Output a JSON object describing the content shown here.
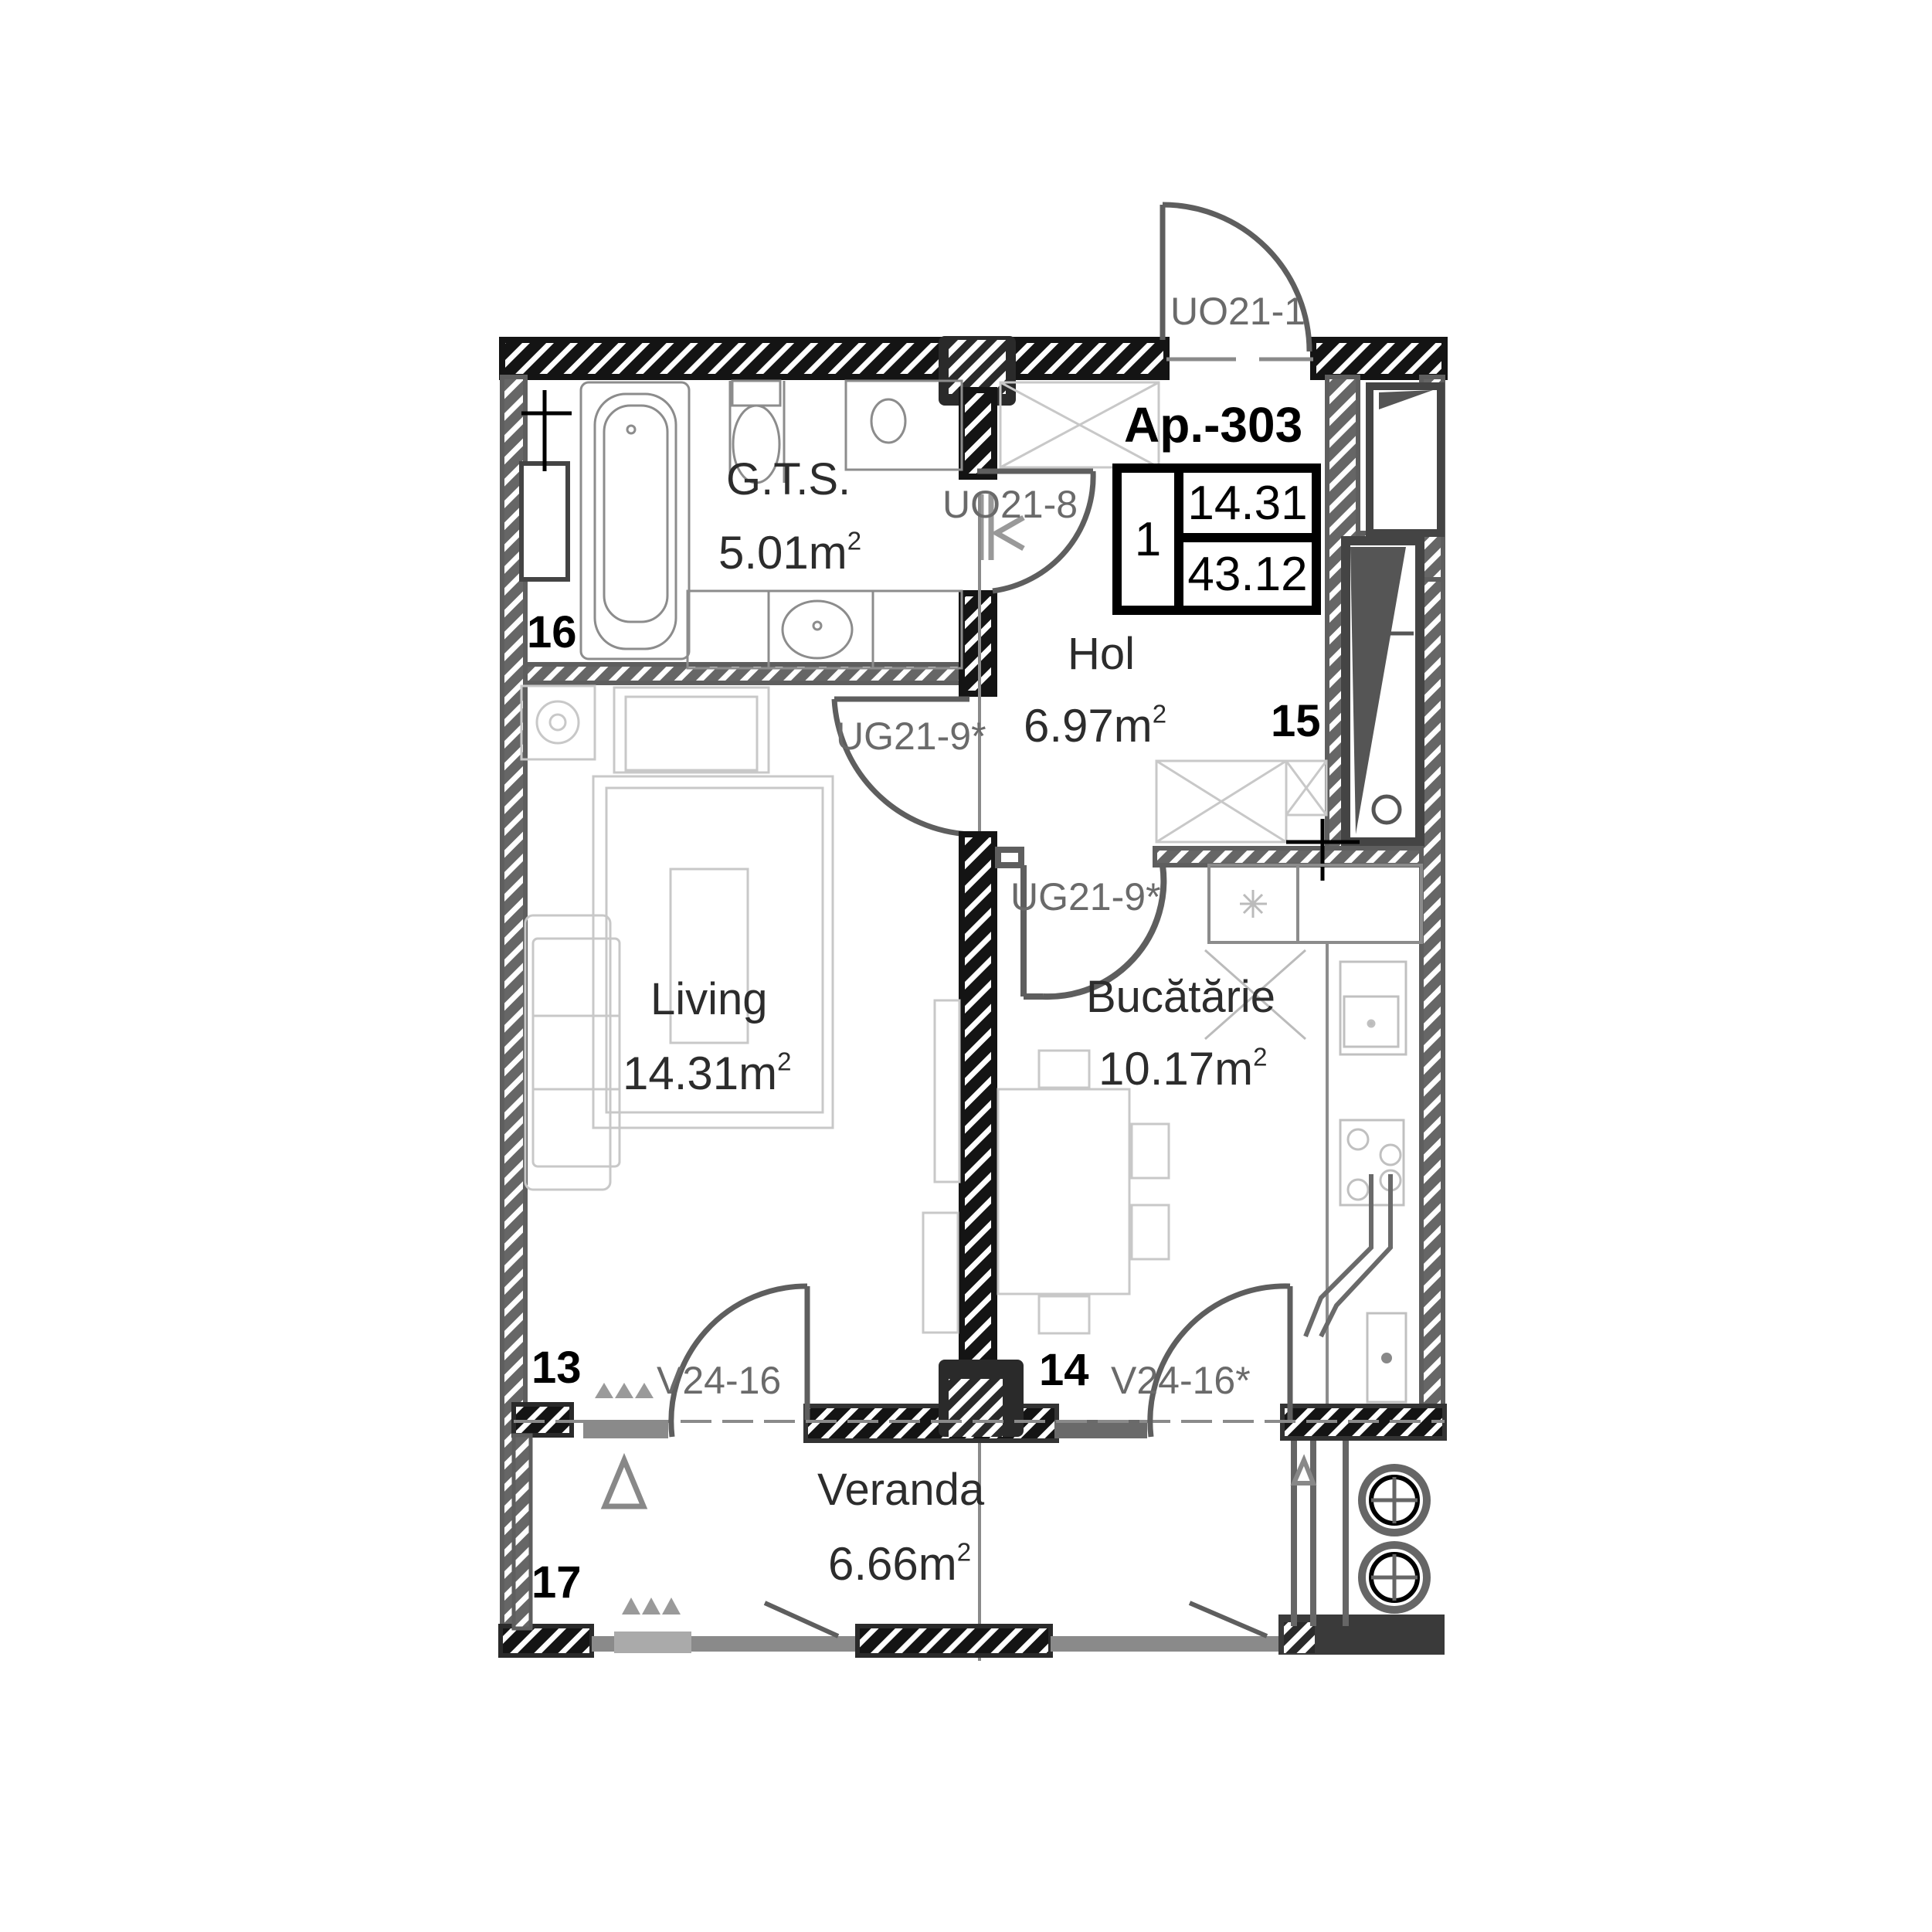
{
  "apartment": {
    "title": "Ap.-303",
    "rooms_count": "1",
    "living_area": "14.31",
    "total_area": "43.12"
  },
  "rooms": [
    {
      "id": "gts",
      "name": "G.T.S.",
      "area": "5.01m",
      "unit_sup": "2"
    },
    {
      "id": "hol",
      "name": "Hol",
      "area": "6.97m",
      "unit_sup": "2"
    },
    {
      "id": "living",
      "name": "Living",
      "area": "14.31m",
      "unit_sup": "2"
    },
    {
      "id": "bucatarie",
      "name": "Bucătărie",
      "area": "10.17m",
      "unit_sup": "2"
    },
    {
      "id": "veranda",
      "name": "Veranda",
      "area": "6.66m",
      "unit_sup": "2"
    }
  ],
  "room_numbers": [
    "16",
    "15",
    "13",
    "14",
    "17"
  ],
  "door_codes": {
    "entrance": "UO21-1",
    "bathroom": "UO21-8",
    "living": "UG21-9*",
    "kitchen": "UG21-9*",
    "veranda_left": "V24-16",
    "veranda_right": "V24-16*"
  },
  "colors": {
    "wall_dark": "#141414",
    "wall_grey": "#666666",
    "furniture": "#c8c8c8",
    "text": "#2c2c2c",
    "door_code": "#6a6a6a"
  }
}
